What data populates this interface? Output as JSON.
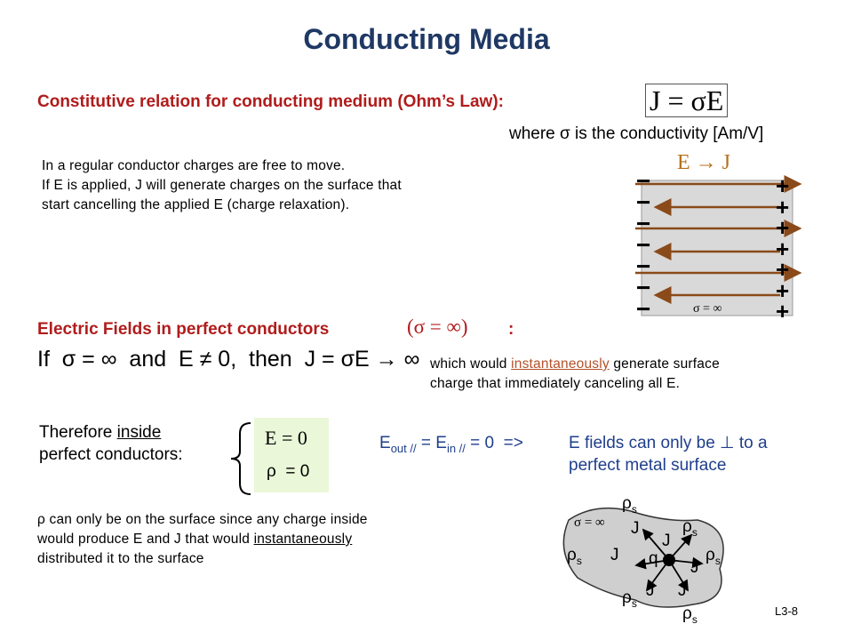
{
  "title": "Conducting Media",
  "constitutive": {
    "heading": "Constitutive relation for conducting medium (Ohm’s Law):",
    "equation": "J = σE",
    "where": "where σ is the conductivity [Am/V]"
  },
  "regular": {
    "line1": "In a regular conductor charges are free to move.",
    "line2": "If E is applied, J will generate charges on the surface that",
    "line3": "start cancelling the applied E (charge relaxation)."
  },
  "figure1": {
    "label": "E → J",
    "sigma_label": "σ = ∞",
    "minus": "−",
    "plus": "+",
    "colors": {
      "arrow": "#8a4a1a",
      "box": "#d9d9d9"
    }
  },
  "perfect": {
    "heading": "Electric Fields in perfect conductors",
    "heading_math": "(σ = ∞)",
    "heading_colon": ":",
    "if_eq": "If  σ = ∞  and  E ≠ 0,  then  J = σE → ∞",
    "note_pre": "which would ",
    "note_word": "instantaneously",
    "note_post": " generate surface",
    "note_line2": "charge that immediately canceling all E."
  },
  "therefore": {
    "pre": "Therefore ",
    "inside": "inside",
    "line2": "perfect conductors:",
    "e_zero": "E = 0",
    "rho_zero": "ρ  = 0"
  },
  "eout": {
    "main": "E",
    "sub_out": "out //",
    "eq": " = E",
    "sub_in": "in //",
    "rest": " = 0  =>",
    "result1": "E fields can only be ⊥ to a",
    "result2": "perfect metal surface"
  },
  "rho_note": {
    "line1": "ρ  can only be on the surface since any charge inside",
    "line2_pre": "would produce E and J that would ",
    "line2_word": "instantaneously",
    "line3": "distributed it to the surface"
  },
  "figure2": {
    "rho_label": "ρ",
    "rho_sub": "s",
    "j_label": "J",
    "q_label": "q",
    "sigma_label": "σ = ∞",
    "colors": {
      "blob": "#cfcfcf"
    }
  },
  "slide_number": "L3-8"
}
